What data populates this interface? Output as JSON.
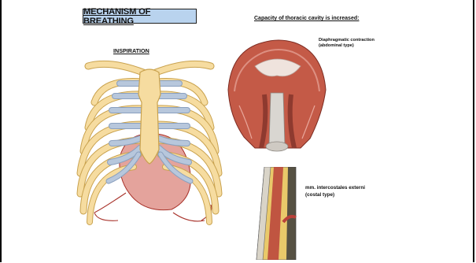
{
  "title": "MECHANISM OF BREATHING",
  "subtitle": "INSPIRATION",
  "capacity_heading": "Capacity of thoracic cavity is increased:",
  "diaphragm": {
    "line1": "Diaphragmatic  contraction",
    "line2": "(abdominal type)"
  },
  "intercostal": {
    "line1": "mm. intercostales externi",
    "line2": "(costal type)"
  },
  "colors": {
    "title_box": "#b9d3ee",
    "bone": "#f6dca0",
    "cartilage": "#b7c7dc",
    "muscle": "#c45a47",
    "heart_outline": "#a8322a"
  }
}
